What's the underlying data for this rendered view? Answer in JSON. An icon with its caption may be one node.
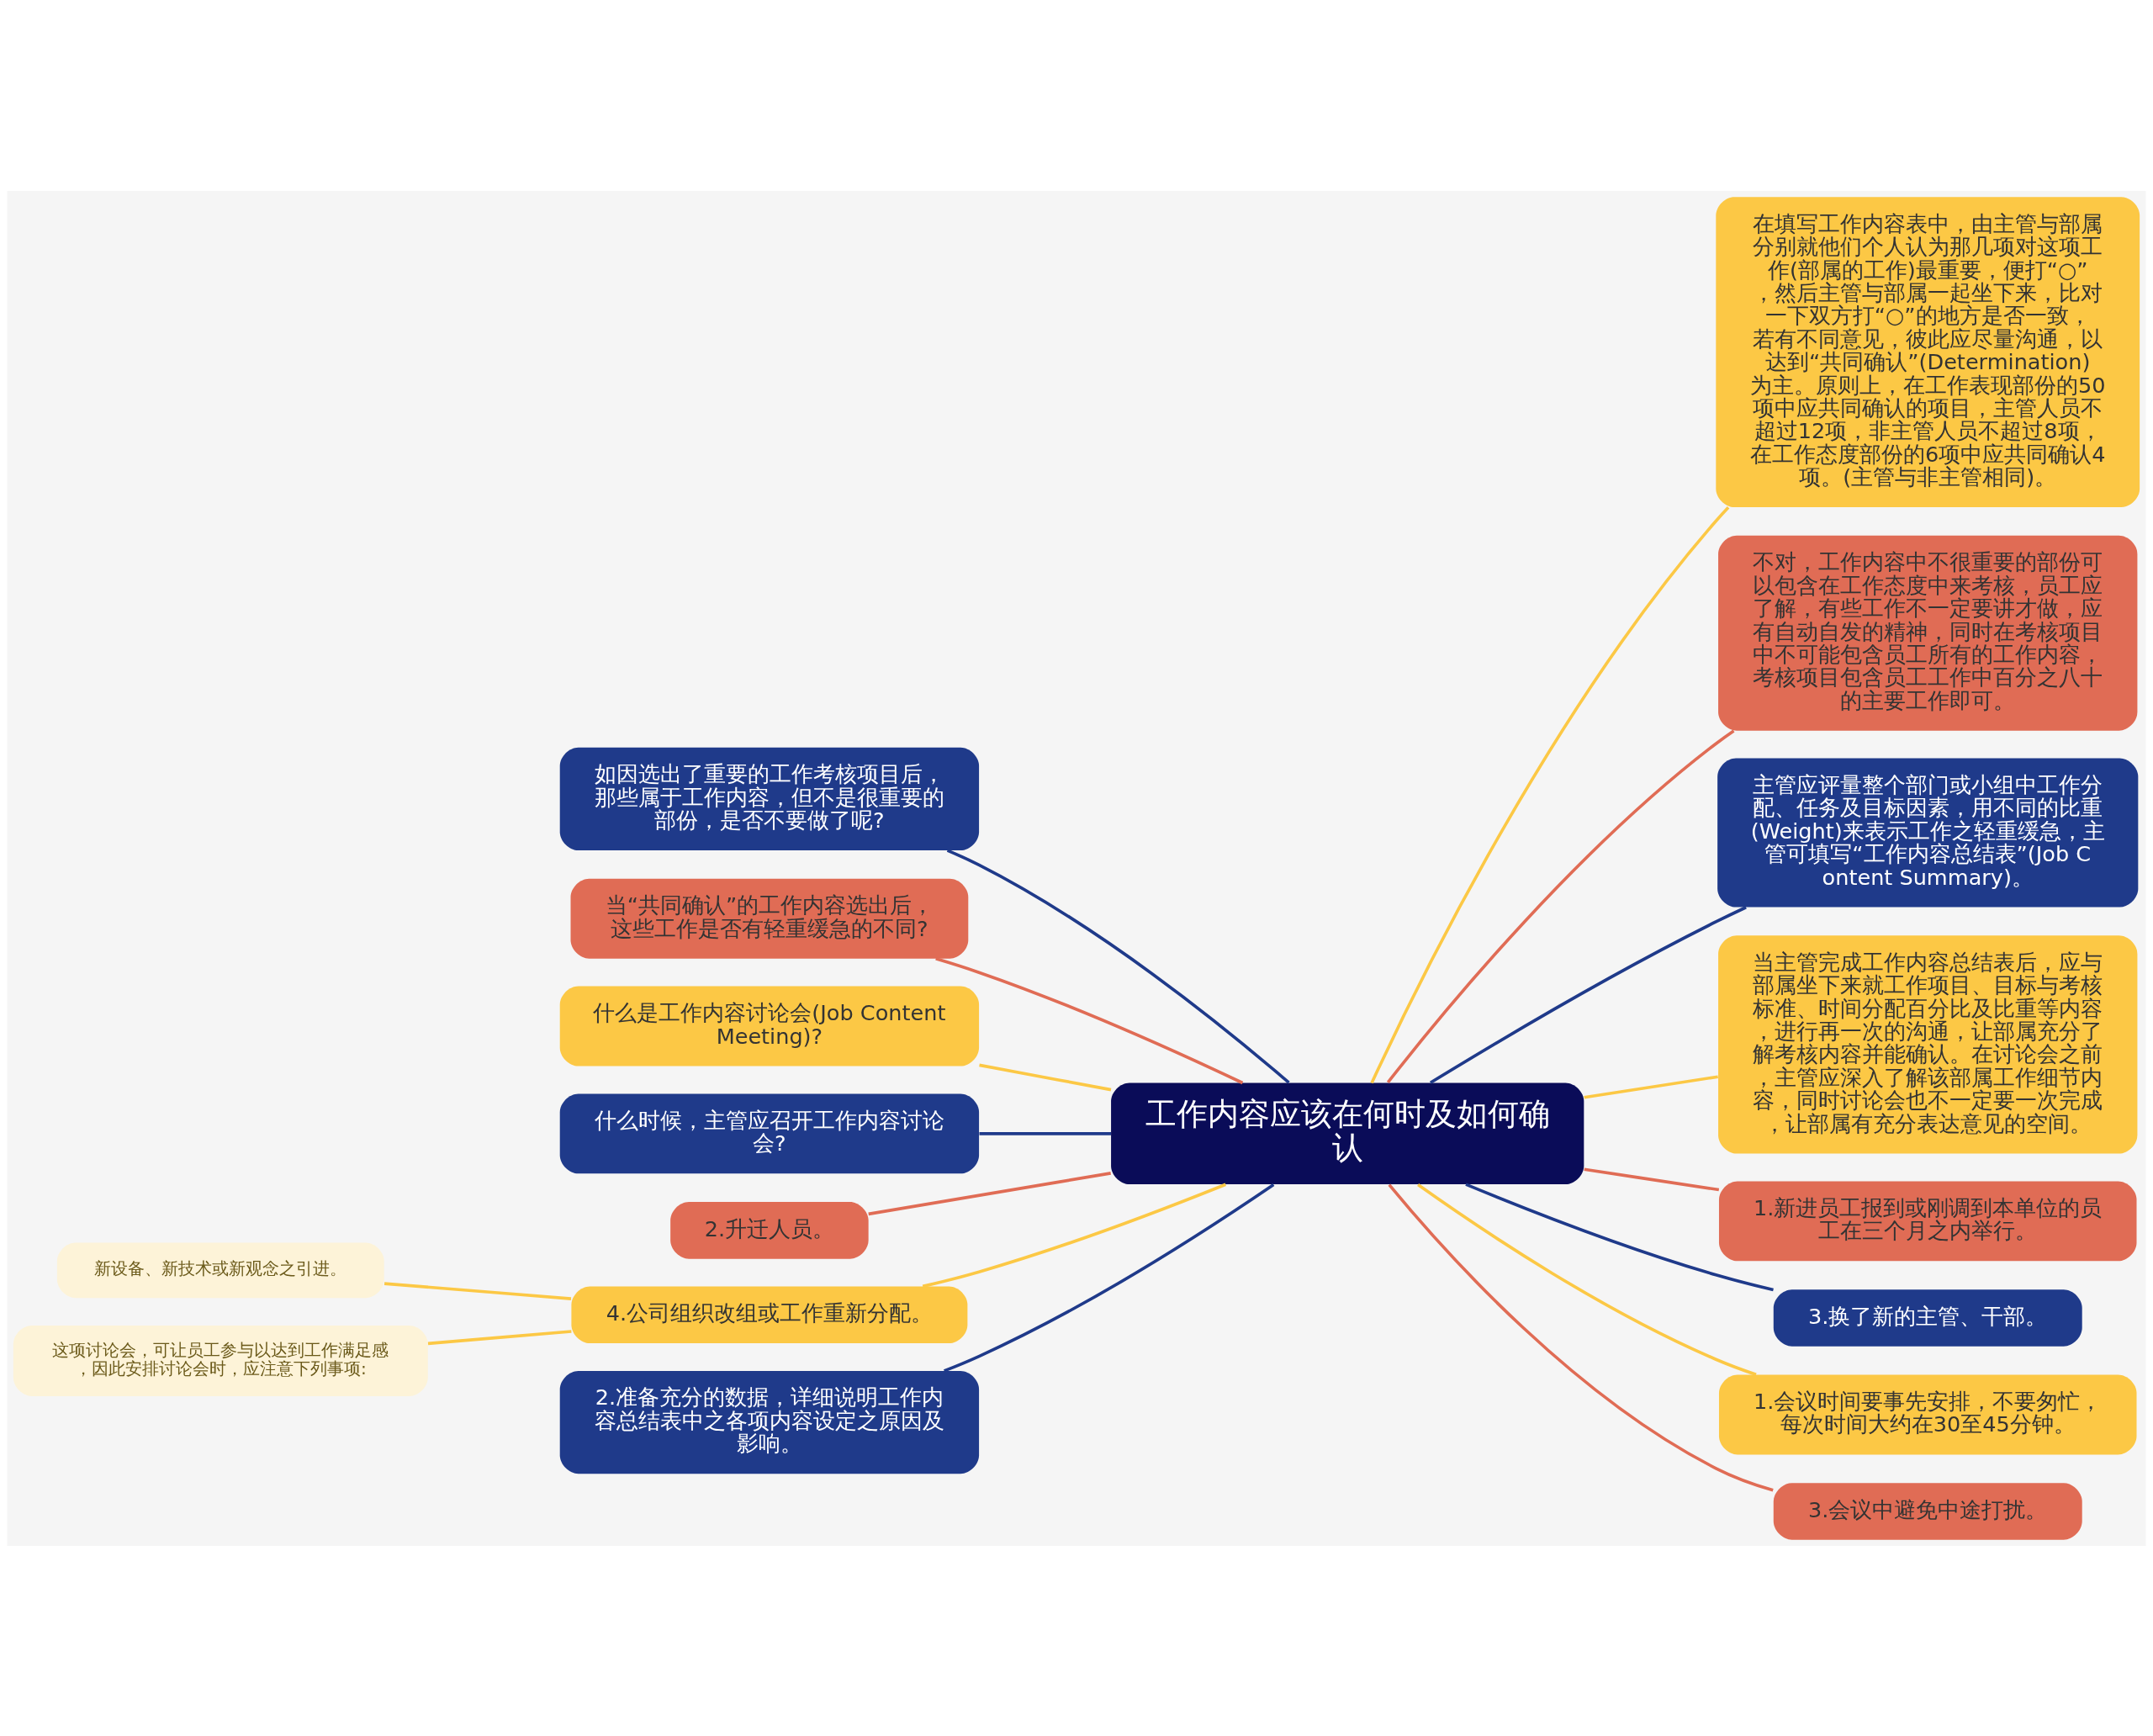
{
  "diagram": {
    "nodes": [
      {
        "text": [
          "工作内容应该在何时及如何确认"
        ]
      },
      {
        "text": [
          "如因选出了重要的工作考核项目后，那些属于工作内容，但不是很重要的部份，是否不要做了呢?"
        ]
      },
      {
        "text": [
          "当“共同确认”的工作内容选出后，这些工作是否有轻重缓急的不同?"
        ]
      },
      {
        "text": [
          "什么是工作内容讨论会(Job Content Meeting)?"
        ]
      },
      {
        "text": [
          "什么时候，主管应召开工作内容讨论会?"
        ]
      },
      {
        "text": [
          "2.升迁人员。"
        ]
      },
      {
        "text": [
          "4.公司组织改组或工作重新分配。"
        ]
      },
      {
        "text": [
          "新设备、新技术或新观念之引进。"
        ]
      },
      {
        "text": [
          "这项讨论会，可让员工参与以达到工作满足感，因此安排讨论会时，应注意下列事项:"
        ]
      },
      {
        "text": [
          "2.准备充分的数据，详细说明工作内容总结表中之各项内容设定之原因及影响。"
        ]
      },
      {
        "text": [
          "在填写工作内容表中，由主管与部属分别就他们个人认为那几项对这项工作(部属的工作)最重要，便打“○”，然后主管与部属一起坐下来，比对一下双方打“○”的地方是否一致，若有不同意见，彼此应尽量沟通，以达到“共同确认”(Determination)为主。原则上，在工作表现部份的50项中应共同确认的项目，主管人员不超过12项，非主管人员不超过8项，在工作态度部份的6项中应共同确认4项。(主管与非主管相同)。"
        ]
      },
      {
        "text": [
          "不对，工作内容中不很重要的部份可以包含在工作态度中来考核，员工应了解，有些工作不一定要讲才做，应有自动自发的精神，同时在考核项目中不可能包含员工所有的工作内容，考核项目包含员工工作中百分之八十的主要工作即可。"
        ]
      },
      {
        "text": [
          "主管应评量整个部门或小组中工作分配、任务及目标因素，用不同的比重(Weight)来表示工作之轻重缓急，主管可填写“工作内容总结表”(Job Content Summary)。"
        ]
      },
      {
        "text": [
          "当主管完成工作内容总结表后，应与部属坐下来就工作项目、目标与考核标准、时间分配百分比及比重等内容，进行再一次的沟通，让部属充分了解考核内容并能确认。在讨论会之前，主管应深入了解该部属工作细节内容，同时讨论会也不一定要一次完成，让部属有充分表达意见的空间。"
        ]
      },
      {
        "text": [
          "1.新进员工报到或刚调到本单位的员工在三个月之内举行。"
        ]
      },
      {
        "text": [
          "3.换了新的主管、干部。"
        ]
      },
      {
        "text": [
          "1.会议时间要事先安排，不要匆忙，每次时间大约在30至45分钟。"
        ]
      },
      {
        "text": [
          "3.会议中避免中途打扰。"
        ]
      }
    ],
    "edges": [
      {
        "from": 0,
        "to": 1,
        "arrow": "none",
        "color": "#1f3a8a"
      },
      {
        "from": 0,
        "to": 2,
        "arrow": "none",
        "color": "#e06c55"
      },
      {
        "from": 0,
        "to": 3,
        "arrow": "none"
      },
      {
        "from": 0,
        "to": 4,
        "arrow": "none",
        "color": "#1f3a8a"
      },
      {
        "from": 0,
        "to": 5,
        "arrow": "none",
        "color": "#e06c55"
      },
      {
        "from": 0,
        "to": 6,
        "arrow": "none"
      },
      {
        "from": 6,
        "to": 7,
        "arrow": "none"
      },
      {
        "from": 6,
        "to": 8,
        "arrow": "none"
      },
      {
        "from": 0,
        "to": 9,
        "arrow": "none",
        "color": "#1f3a8a"
      },
      {
        "from": 0,
        "to": 10,
        "arrow": "none"
      },
      {
        "from": 0,
        "to": 11,
        "arrow": "none",
        "color": "#e06c55"
      },
      {
        "from": 0,
        "to": 12,
        "arrow": "none",
        "color": "#1f3a8a"
      },
      {
        "from": 0,
        "to": 13,
        "arrow": "none"
      },
      {
        "from": 0,
        "to": 14,
        "arrow": "none",
        "color": "#e06c55"
      },
      {
        "from": 0,
        "to": 15,
        "arrow": "none",
        "color": "#1f3a8a"
      },
      {
        "from": 0,
        "to": 16,
        "arrow": "none"
      },
      {
        "from": 0,
        "to": 17,
        "arrow": "none",
        "color": "#e06c55"
      }
    ]
  }
}
